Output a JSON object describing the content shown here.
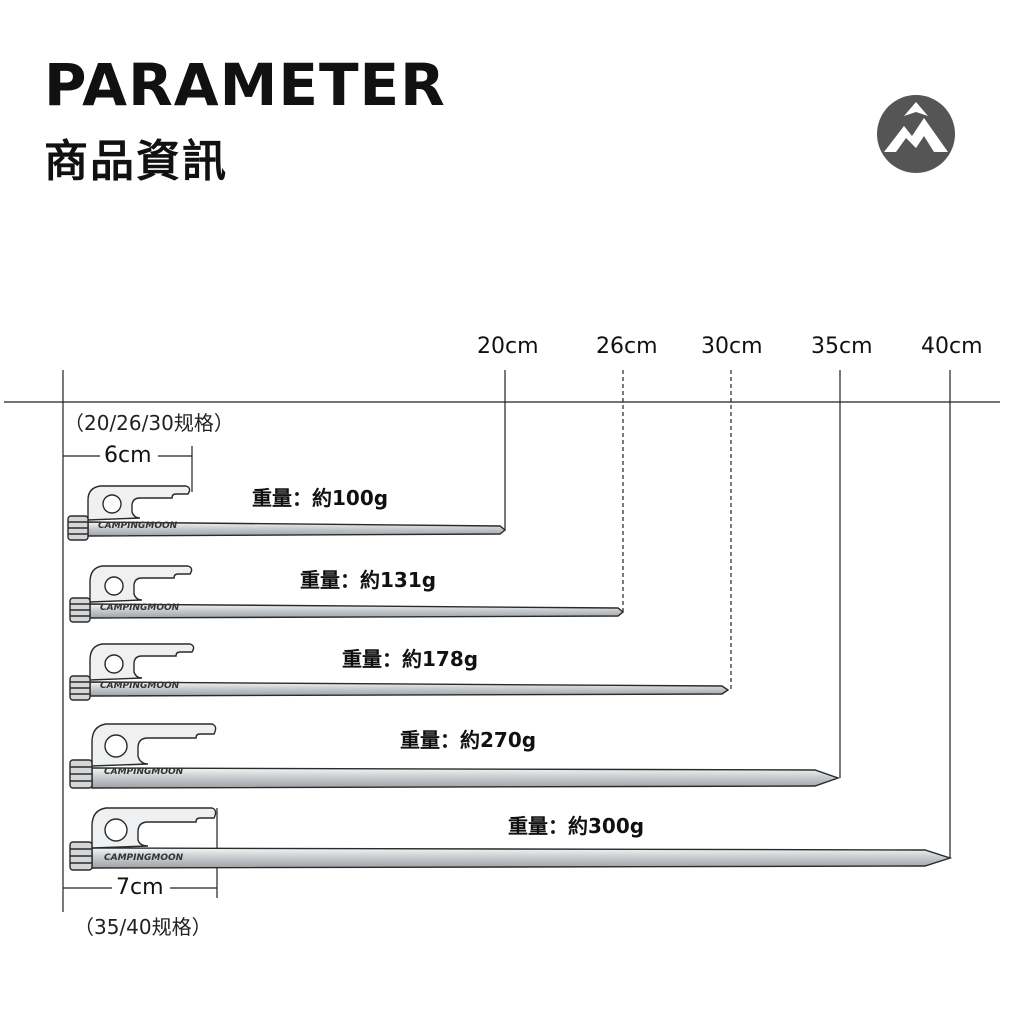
{
  "header": {
    "title": "PARAMETER",
    "subtitle": "商品資訊"
  },
  "logo": {
    "icon": "mountain-logo-icon",
    "color": "#555555"
  },
  "scale": {
    "marks": [
      "20cm",
      "26cm",
      "30cm",
      "35cm",
      "40cm"
    ]
  },
  "spec_small": {
    "label": "（20/26/30规格）",
    "dimension": "6cm"
  },
  "spec_large": {
    "label": "（35/40规格）",
    "dimension": "7cm"
  },
  "stakes": [
    {
      "weight": "重量：約100g",
      "brand": "CAMPINGMOON"
    },
    {
      "weight": "重量：約131g",
      "brand": "CAMPINGMOON"
    },
    {
      "weight": "重量：約178g",
      "brand": "CAMPINGMOON"
    },
    {
      "weight": "重量：約270g",
      "brand": "CAMPINGMOON"
    },
    {
      "weight": "重量：約300g",
      "brand": "CAMPINGMOON"
    }
  ],
  "colors": {
    "steel": "#cfd2d4",
    "outline": "#2a2a2a"
  }
}
